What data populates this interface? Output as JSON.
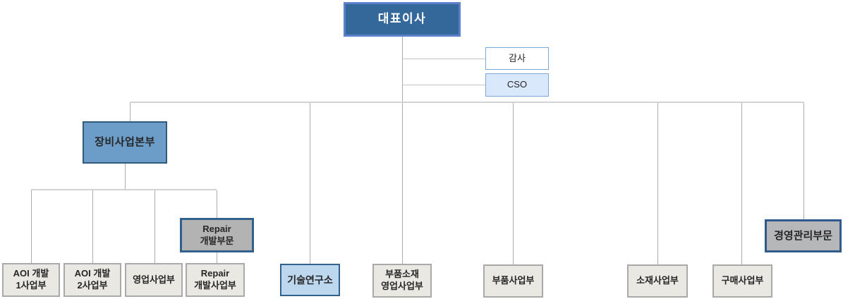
{
  "nodes": {
    "ceo": {
      "lines": [
        "대표이사"
      ],
      "role": "chief-executive"
    },
    "auditor": {
      "lines": [
        "감사"
      ],
      "role": "staff"
    },
    "cso": {
      "lines": [
        "CSO"
      ],
      "role": "staff"
    },
    "equipment_hq": {
      "lines": [
        "장비사업본부"
      ],
      "role": "division-headquarters"
    },
    "repair_dev_sector": {
      "lines": [
        "Repair",
        "개발부문"
      ],
      "role": "sector"
    },
    "management_sector": {
      "lines": [
        "경영관리부문"
      ],
      "role": "sector"
    },
    "tech_research_institute": {
      "lines": [
        "기술연구소"
      ],
      "role": "institute"
    },
    "aoi_dev_1": {
      "lines": [
        "AOI 개발",
        "1사업부"
      ],
      "role": "department"
    },
    "aoi_dev_2": {
      "lines": [
        "AOI 개발",
        "2사업부"
      ],
      "role": "department"
    },
    "sales_division": {
      "lines": [
        "영업사업부"
      ],
      "role": "department"
    },
    "repair_dev_division": {
      "lines": [
        "Repair",
        "개발사업부"
      ],
      "role": "department"
    },
    "parts_material_sales": {
      "lines": [
        "부품소재",
        "영업사업부"
      ],
      "role": "department"
    },
    "parts_division": {
      "lines": [
        "부품사업부"
      ],
      "role": "department"
    },
    "material_division": {
      "lines": [
        "소재사업부"
      ],
      "role": "department"
    },
    "purchase_division": {
      "lines": [
        "구매사업부"
      ],
      "role": "department"
    }
  },
  "edges": [
    {
      "from": "ceo",
      "to": "auditor",
      "type": "staff"
    },
    {
      "from": "ceo",
      "to": "cso",
      "type": "staff"
    },
    {
      "from": "ceo",
      "to": "equipment_hq"
    },
    {
      "from": "ceo",
      "to": "tech_research_institute"
    },
    {
      "from": "ceo",
      "to": "parts_material_sales"
    },
    {
      "from": "ceo",
      "to": "parts_division"
    },
    {
      "from": "ceo",
      "to": "material_division"
    },
    {
      "from": "ceo",
      "to": "purchase_division"
    },
    {
      "from": "ceo",
      "to": "management_sector"
    },
    {
      "from": "equipment_hq",
      "to": "aoi_dev_1"
    },
    {
      "from": "equipment_hq",
      "to": "aoi_dev_2"
    },
    {
      "from": "equipment_hq",
      "to": "sales_division"
    },
    {
      "from": "equipment_hq",
      "to": "repair_dev_sector"
    },
    {
      "from": "repair_dev_sector",
      "to": "repair_dev_division"
    }
  ],
  "colors": {
    "ceo_fill": "#35689a",
    "ceo_border": "#5a81c9",
    "staff_border": "#7da7d8",
    "cso_fill": "#d9e8fa",
    "division_blue_fill": "#6b9dc8",
    "division_blue_border": "#2e5a7d",
    "sector_gray_fill": "#b3b3b3",
    "sector_blue_border": "#33618e",
    "management_fill": "#b6b7b9",
    "tech_institute_fill": "#bdd7ee",
    "department_fill": "#eae8e3",
    "department_border": "#a9a9a9",
    "connector_line": "#bdbdbd"
  }
}
